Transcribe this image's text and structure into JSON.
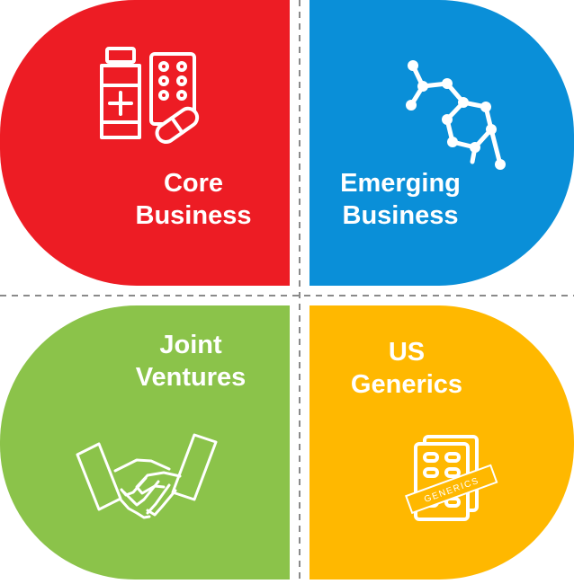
{
  "quadrants": {
    "core": {
      "title_line1": "Core",
      "title_line2": "Business",
      "color": "#ED1C24",
      "icon": "medicine-bottle-and-pills-icon"
    },
    "emerging": {
      "title_line1": "Emerging",
      "title_line2": "Business",
      "color": "#0A8FD8",
      "icon": "molecule-icon"
    },
    "joint": {
      "title_line1": "Joint",
      "title_line2": "Ventures",
      "color": "#8BC34A",
      "icon": "handshake-icon"
    },
    "generics": {
      "title_line1": "US",
      "title_line2": "Generics",
      "color": "#FFB800",
      "icon": "generics-pill-pack-icon",
      "icon_text": "GENERICS"
    }
  },
  "divider_color": "#8A8A8A"
}
